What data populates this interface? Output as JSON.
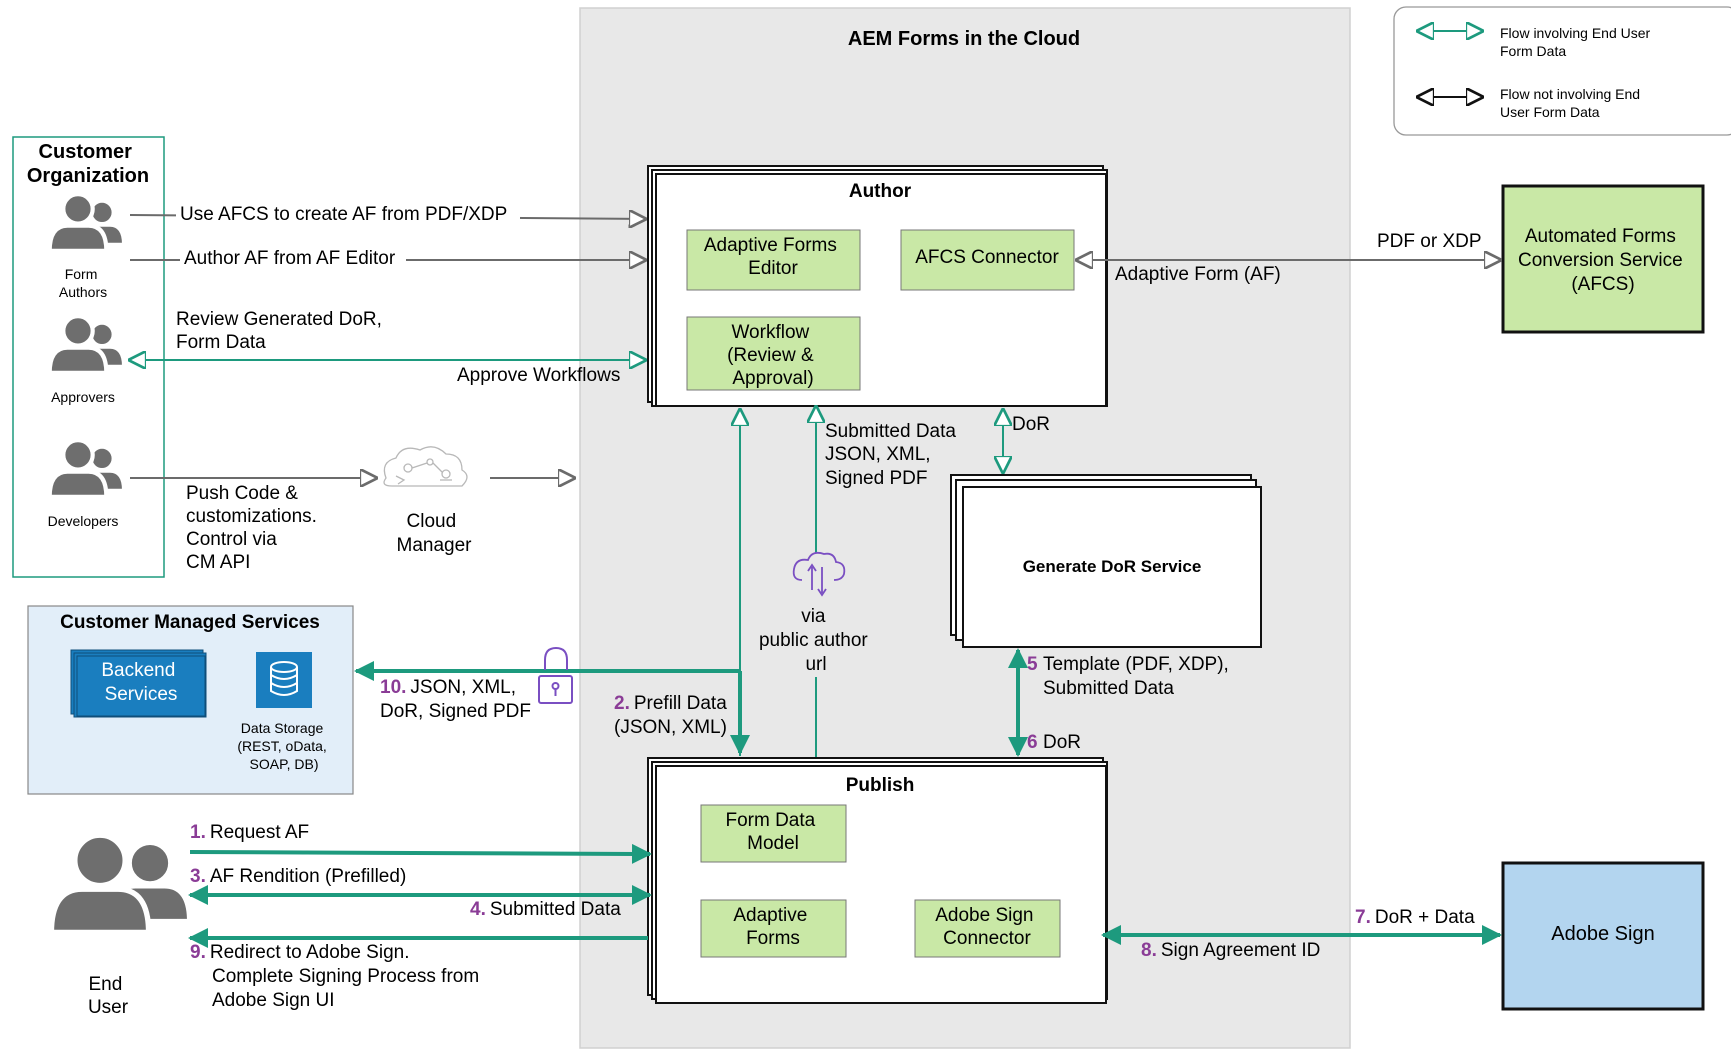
{
  "cloud_title": "AEM Forms in the Cloud",
  "legend": {
    "green": [
      "Flow involving End User",
      "Form Data"
    ],
    "black": [
      "Flow not involving End",
      "User Form Data"
    ]
  },
  "customer_org": {
    "title": [
      "Customer",
      "Organization"
    ],
    "form_authors": [
      "Form",
      "Authors"
    ],
    "approvers": "Approvers",
    "developers": "Developers"
  },
  "author": {
    "title": "Author",
    "adaptive_forms_editor": [
      "Adaptive Forms",
      "Editor"
    ],
    "afcs_connector": "AFCS Connector",
    "workflow": [
      "Workflow",
      "(Review &",
      "Approval)"
    ]
  },
  "afcs": [
    "Automated Forms",
    "Conversion Service",
    "(AFCS)"
  ],
  "dor_service": "Generate DoR Service",
  "publish": {
    "title": "Publish",
    "form_data_model": [
      "Form Data",
      "Model"
    ],
    "adaptive_forms": [
      "Adaptive",
      "Forms"
    ],
    "adobe_sign_connector": [
      "Adobe Sign",
      "Connector"
    ]
  },
  "adobe_sign": "Adobe Sign",
  "cms": {
    "title": "Customer Managed Services",
    "backend": [
      "Backend",
      "Services"
    ],
    "storage": [
      "Data Storage",
      "(REST, oData,",
      "SOAP, DB)"
    ]
  },
  "end_user": [
    "End",
    "User"
  ],
  "cloud_manager": [
    "Cloud",
    "Manager"
  ],
  "labels": {
    "use_afcs": "Use AFCS to create AF from PDF/XDP",
    "author_af": "Author AF from AF Editor",
    "review": [
      "Review Generated DoR,",
      "Form Data"
    ],
    "approve": "Approve Workflows",
    "push_code": [
      "Push Code &",
      "customizations.",
      "Control via",
      "CM API"
    ],
    "pdf_or_xdp": "PDF or XDP",
    "adaptive_form_af": "Adaptive Form (AF)",
    "submitted_data": [
      "Submitted Data",
      "JSON, XML,",
      "Signed PDF"
    ],
    "dor_top": "DoR",
    "via": [
      "via",
      "public author",
      "url"
    ],
    "step10_num": "10.",
    "step10": [
      "JSON, XML,",
      "DoR, Signed PDF"
    ],
    "step2_num": "2.",
    "step2": [
      "Prefill Data",
      "(JSON, XML)"
    ],
    "step5_num": "5",
    "step5": [
      "Template (PDF, XDP),",
      "Submitted Data"
    ],
    "step6_num": "6",
    "step6": "DoR",
    "step1_num": "1.",
    "step1": "Request AF",
    "step3_num": "3.",
    "step3": "AF Rendition (Prefilled)",
    "step4_num": "4.",
    "step4": "Submitted Data",
    "step9_num": "9.",
    "step9": [
      "Redirect to Adobe Sign.",
      "Complete Signing Process from",
      "Adobe Sign UI"
    ],
    "step7_num": "7.",
    "step7": "DoR + Data",
    "step8_num": "8.",
    "step8": "Sign Agreement ID"
  },
  "colors": {
    "green_flow": "#1d9a7e",
    "gray_flow": "#6b6b6b",
    "step_number": "#8a3c96",
    "cloud_bg": "#e8e8e8",
    "box_green": "#c9e8a6",
    "box_blue": "#b3d5ef",
    "service_blue": "#1a7ebf",
    "cms_bg": "#e2eef9",
    "person": "#6e6e6e",
    "purple_icon": "#7a4fc2"
  }
}
